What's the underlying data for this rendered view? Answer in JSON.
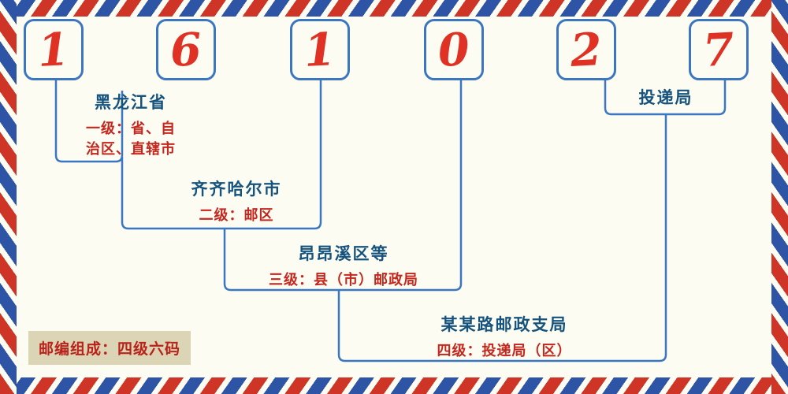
{
  "digits": [
    "1",
    "6",
    "1",
    "0",
    "2",
    "7"
  ],
  "labels": [
    {
      "title": "黑龙江省",
      "desc": "一级：省、自\n治区、直辖市"
    },
    {
      "title": "齐齐哈尔市",
      "desc": "二级：邮区"
    },
    {
      "title": "昂昂溪区等",
      "desc": "三级：县（市）邮政局"
    },
    {
      "title": "某某路邮政支局",
      "desc": "四级：投递局（区）"
    },
    {
      "title": "投递局",
      "desc": ""
    }
  ],
  "badge": "邮编组成：四级六码",
  "colors": {
    "bg": "#fdfcf2",
    "stripe_red": "#ce3526",
    "stripe_blue": "#2e55a5",
    "line_blue": "#3b76c0",
    "digit_red": "#df3224",
    "title_blue": "#15537e",
    "desc_red": "#c3271d",
    "badge_bg": "#dcd5b5",
    "badge_text": "#b9221a"
  }
}
